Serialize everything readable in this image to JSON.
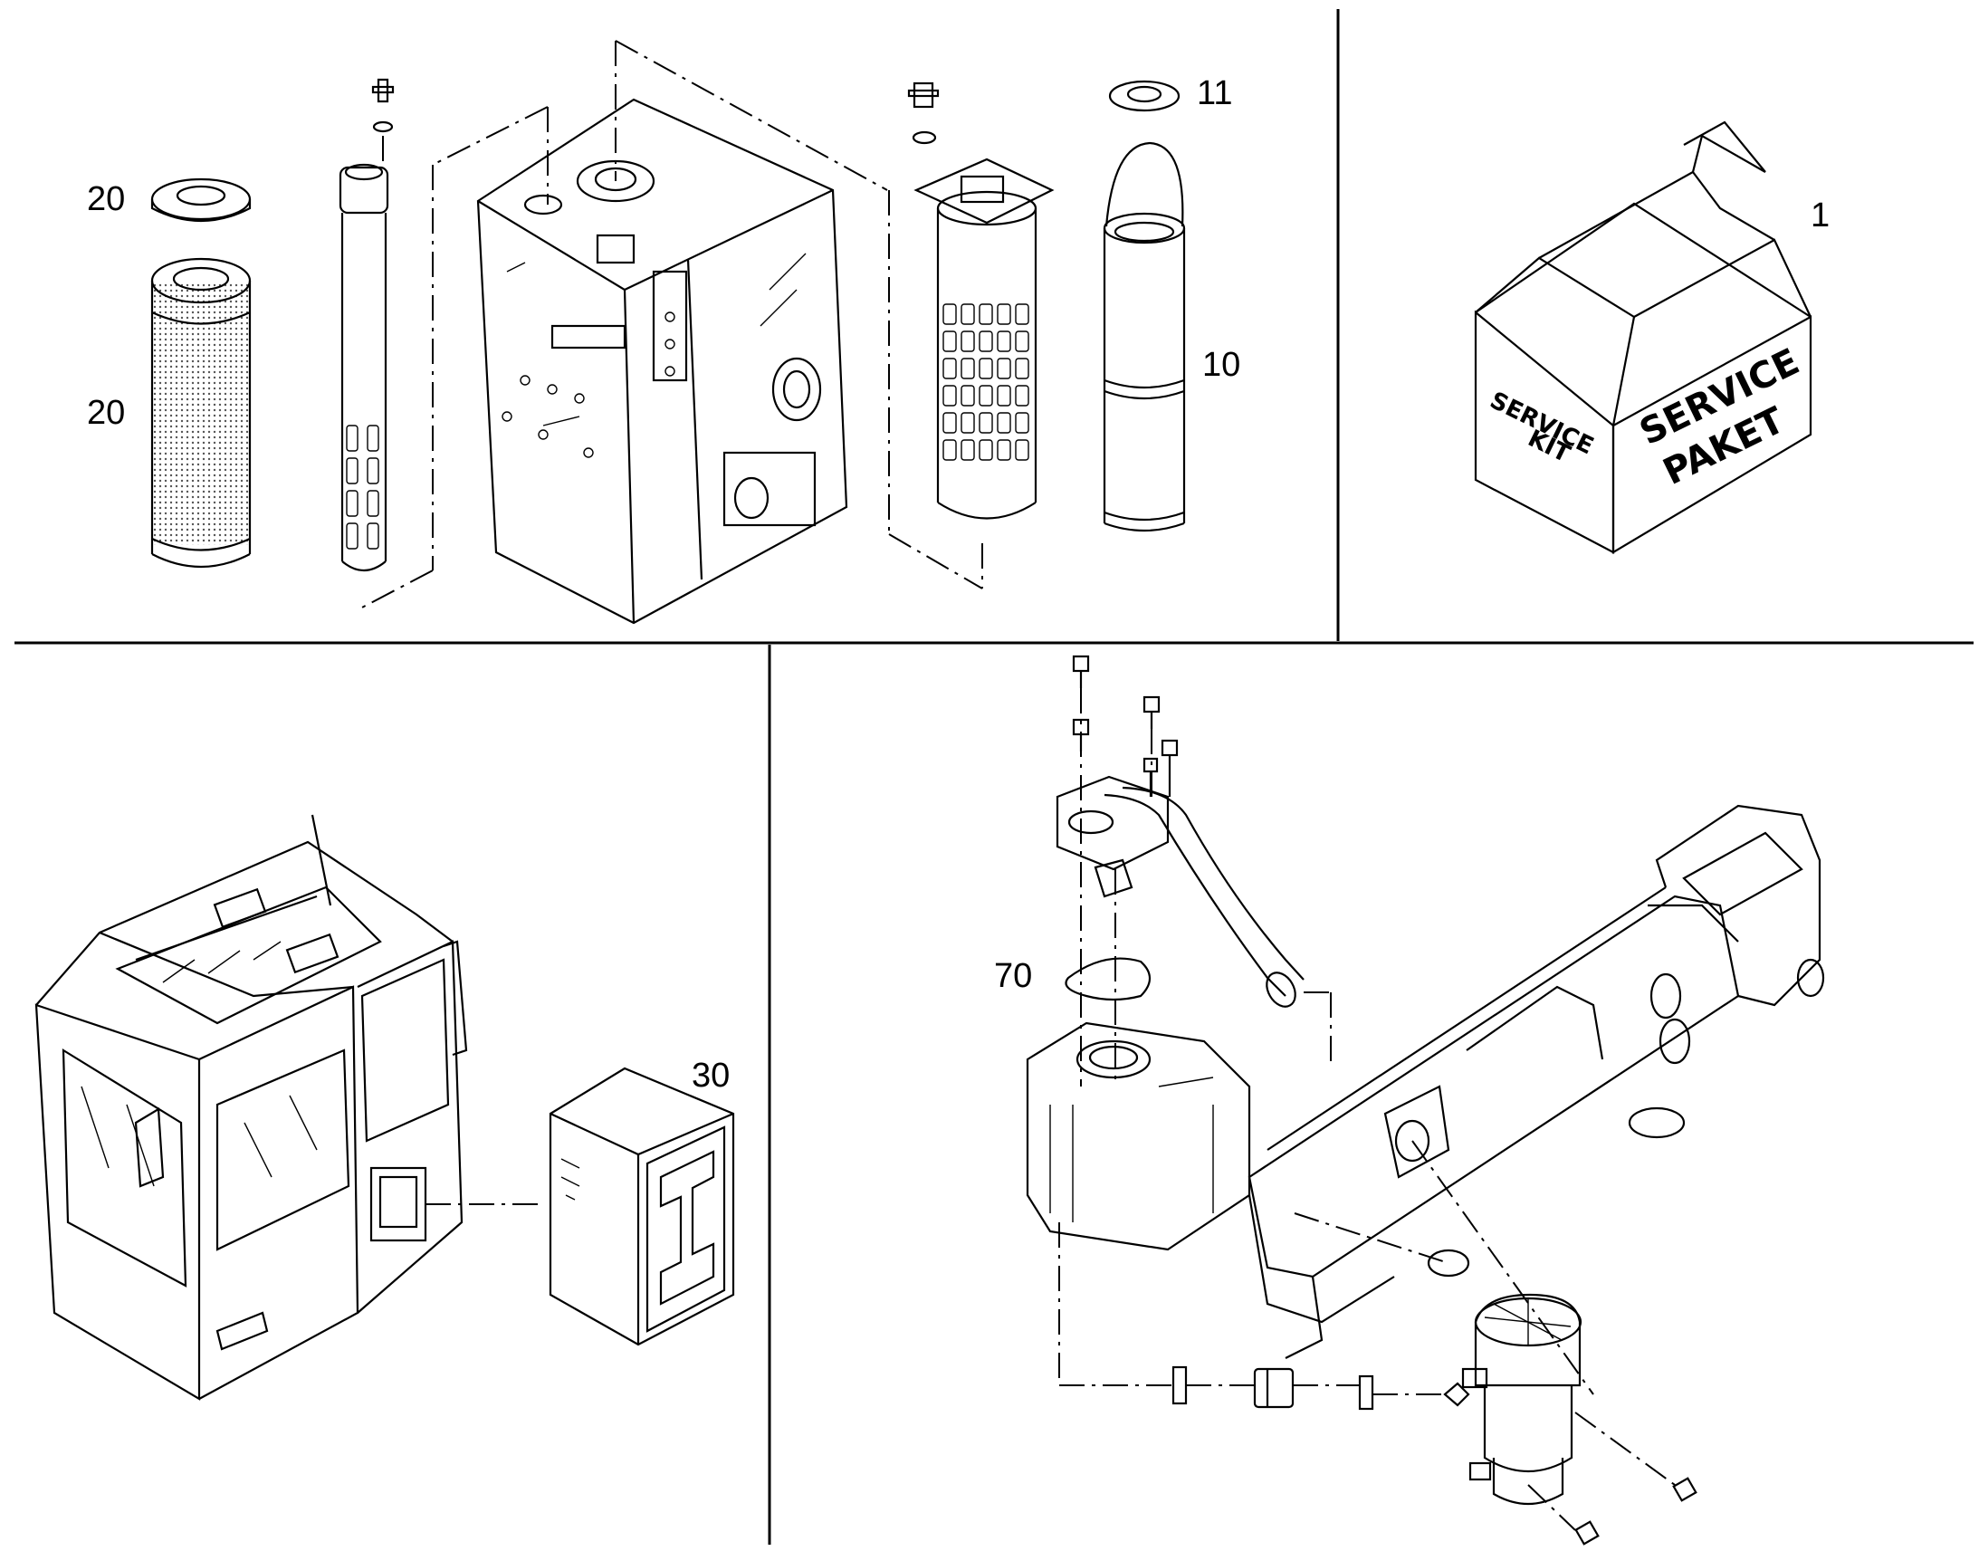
{
  "callouts": {
    "seal_ring_top": "20",
    "filter_element_left": "20",
    "ring_right": "11",
    "filter_right": "10",
    "service_kit": "1",
    "box_30": "30",
    "seal_70": "70"
  },
  "service_box": {
    "side_line1": "SERVICE",
    "side_line2": "KIT",
    "front_line1": "SERVICE",
    "front_line2": "PAKET"
  }
}
